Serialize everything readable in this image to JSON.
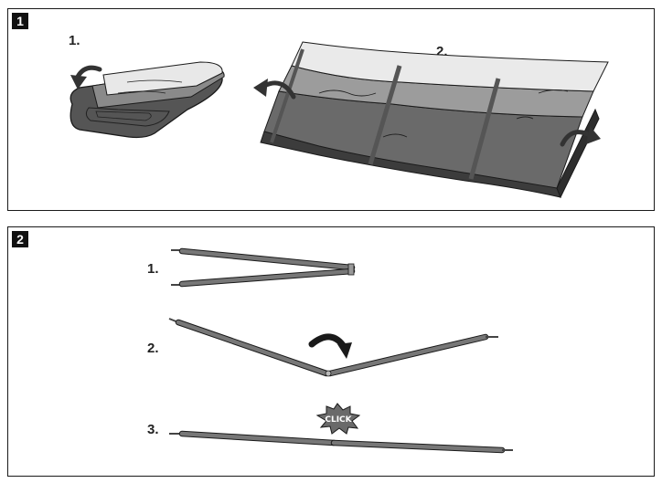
{
  "panel1": {
    "badge": "1",
    "step1_label": "1.",
    "step2_label": "2."
  },
  "panel2": {
    "badge": "2",
    "step1_label": "1.",
    "step2_label": "2.",
    "step3_label": "3.",
    "click_text": "CLICK"
  },
  "colors": {
    "outline": "#1a1a1a",
    "dark_fabric": "#555555",
    "mid_fabric": "#7d7d7d",
    "light_fabric": "#e6e6e6",
    "pole": "#6e6e6e",
    "arrow": "#333333"
  }
}
